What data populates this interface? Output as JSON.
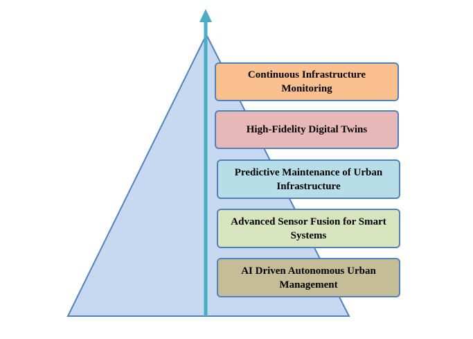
{
  "colors": {
    "pyramid_fill": "#c6d9f1",
    "pyramid_stroke": "#4f81bd",
    "arrow": "#4bacc6",
    "box_border": "#4f81bd"
  },
  "levels": [
    {
      "label": "Continuous Infrastructure Monitoring",
      "fill": "#fac090"
    },
    {
      "label": "High-Fidelity Digital Twins",
      "fill": "#e6b9b8"
    },
    {
      "label": "Predictive Maintenance of Urban Infrastructure",
      "fill": "#b7dee8"
    },
    {
      "label": "Advanced Sensor Fusion for Smart Systems",
      "fill": "#d7e4bd"
    },
    {
      "label": "AI Driven Autonomous Urban Management",
      "fill": "#c4bd97"
    }
  ]
}
